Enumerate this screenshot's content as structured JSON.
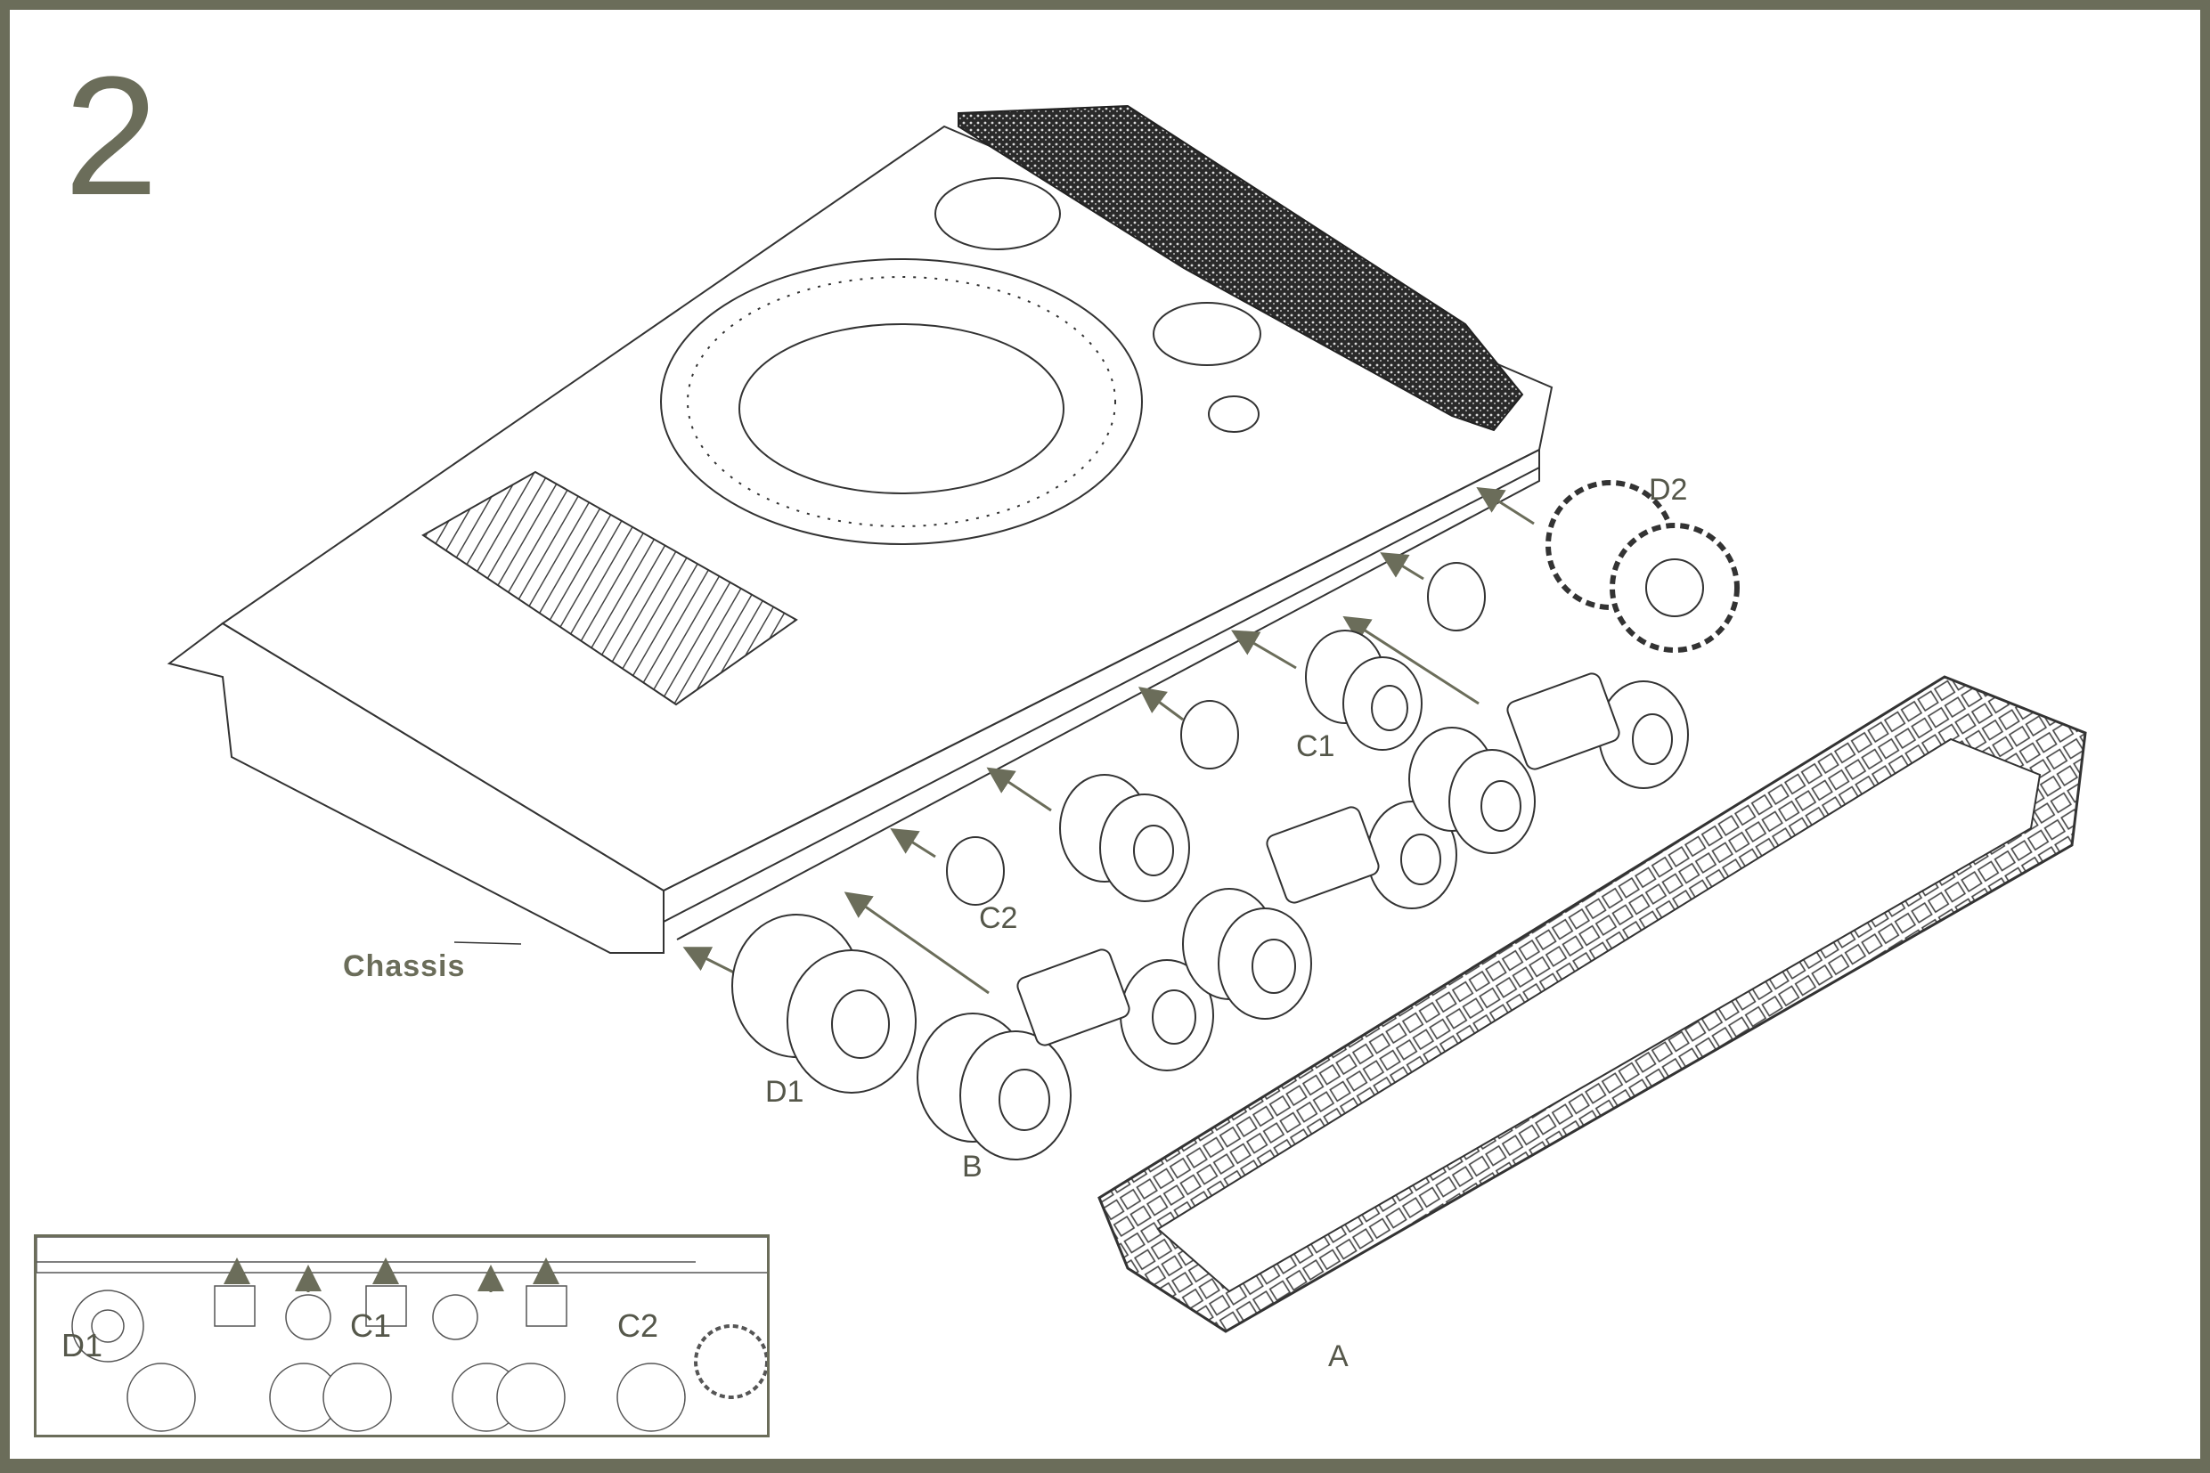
{
  "step_number": "2",
  "colors": {
    "accent": "#6b6d5a",
    "line": "#333333",
    "label": "#55574a"
  },
  "labels": {
    "chassis": "Chassis",
    "d2": "D2",
    "c1": "C1",
    "c2": "C2",
    "d1": "D1",
    "b": "B",
    "a": "A"
  },
  "inset": {
    "labels": {
      "d1": "D1",
      "c1": "C1",
      "c2": "C2"
    }
  }
}
